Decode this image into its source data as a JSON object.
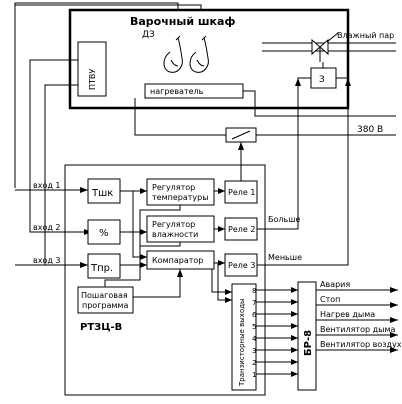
{
  "cabinet": {
    "title": "Варочный шкаф",
    "sensor": "ДЗ"
  },
  "ptvu": "ПТВУ",
  "heater": "нагреватель",
  "steam": "Влажный пар",
  "valve_label": "З",
  "power": "380 В",
  "inputs": [
    "вход 1",
    "вход 2",
    "вход 3"
  ],
  "sensors_blocks": [
    "Тшк",
    "%",
    "Тпр."
  ],
  "program": [
    "Пошаговая",
    "программа"
  ],
  "regulators": {
    "temp": [
      "Регулятор",
      "температуры"
    ],
    "hum": [
      "Регулятор",
      "влажности"
    ],
    "comp": "Компаратор"
  },
  "relays": [
    "Реле 1",
    "Реле 2",
    "Реле 3"
  ],
  "relay_labels": {
    "more": "Больше",
    "less": "Меньше"
  },
  "controller": "РТЗЦ-В",
  "transistor_outputs": "Транзисторные выходы",
  "output_numbers": [
    "8",
    "7",
    "6",
    "5",
    "4",
    "3",
    "2",
    "1"
  ],
  "br": "БР-8",
  "alarm_outputs": [
    "Авария",
    "Стоп",
    "Нагрев дыма",
    "Вентилятор дыма",
    "Вентилятор воздуха"
  ]
}
